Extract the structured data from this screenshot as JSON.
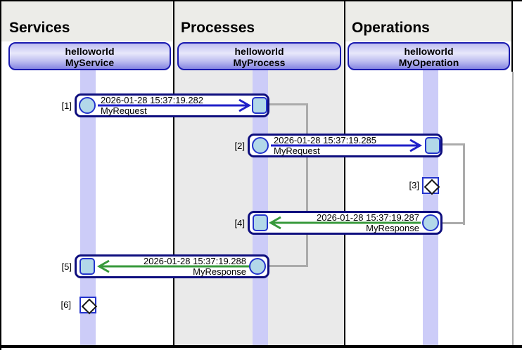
{
  "diagram": {
    "columns": [
      {
        "title": "Services",
        "box": {
          "line1": "helloworld",
          "line2": "MyService"
        }
      },
      {
        "title": "Processes",
        "box": {
          "line1": "helloworld",
          "line2": "MyProcess"
        }
      },
      {
        "title": "Operations",
        "box": {
          "line1": "helloworld",
          "line2": "MyOperation"
        }
      }
    ],
    "messages": [
      {
        "index": "[1]",
        "timestamp": "2026-01-28 15:37:19.282",
        "name": "MyRequest",
        "direction": "right",
        "from": "Services",
        "to": "Processes"
      },
      {
        "index": "[2]",
        "timestamp": "2026-01-28 15:37:19.285",
        "name": "MyRequest",
        "direction": "right",
        "from": "Processes",
        "to": "Operations"
      },
      {
        "index": "[4]",
        "timestamp": "2026-01-28 15:37:19.287",
        "name": "MyResponse",
        "direction": "left",
        "from": "Operations",
        "to": "Processes"
      },
      {
        "index": "[5]",
        "timestamp": "2026-01-28 15:37:19.288",
        "name": "MyResponse",
        "direction": "left",
        "from": "Processes",
        "to": "Services"
      }
    ],
    "events": [
      {
        "index": "[3]",
        "lane": "Operations"
      },
      {
        "index": "[6]",
        "lane": "Services"
      }
    ],
    "colors": {
      "header_band": "#ECECE8",
      "lane_alt_background": "#EAEAEA",
      "lifeline": "#CCCCF8",
      "service_box_border": "#1A1AB0",
      "message_border": "#0E0E7E",
      "request_arrow": "#1F1FC8",
      "response_arrow": "#37993B",
      "endpoint_fill": "#B2D8E9",
      "endpoint_border": "#2333CC",
      "connector": "#ABABAB"
    }
  }
}
